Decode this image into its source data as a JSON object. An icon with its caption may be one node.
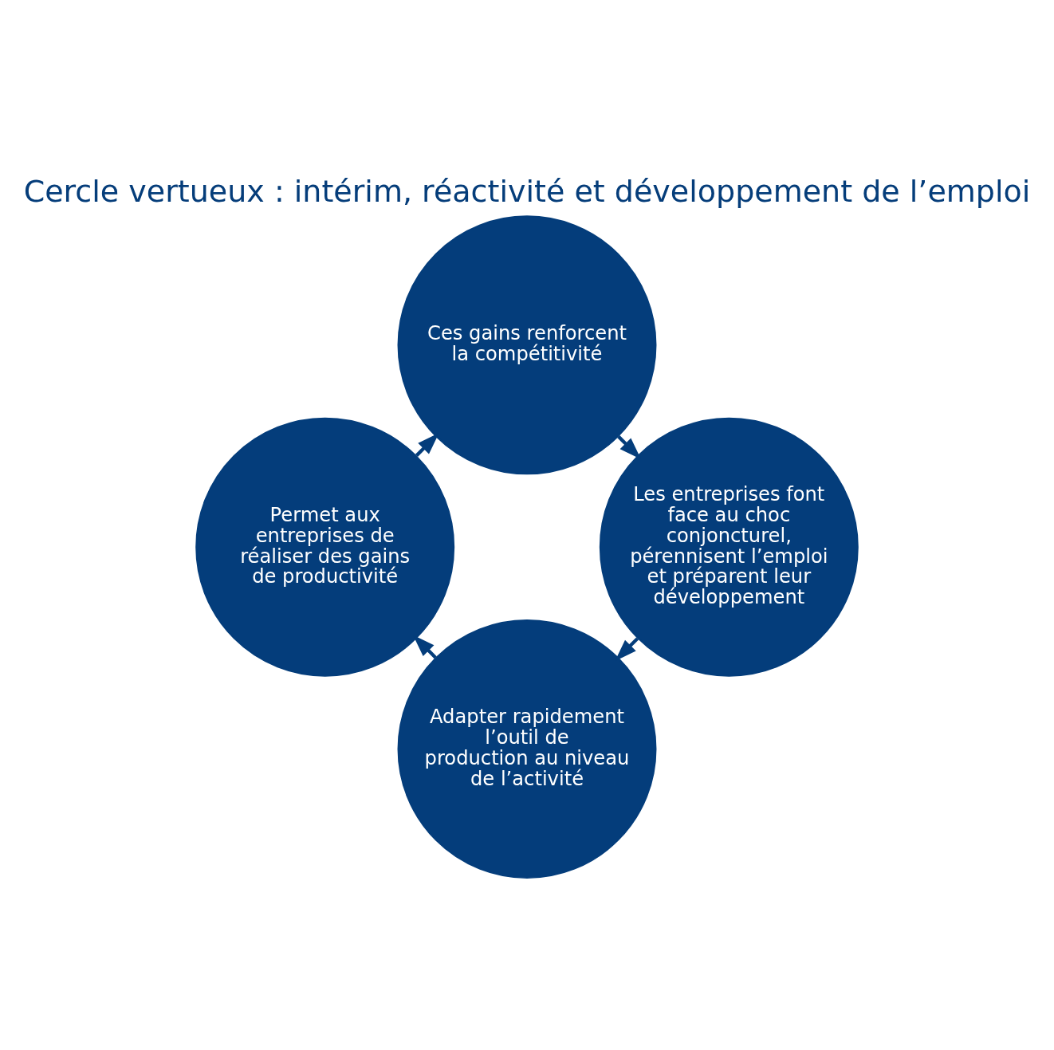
{
  "diagram": {
    "title": "Cercle vertueux : intérim, réactivité et développement de l’emploi",
    "nodes": [
      {
        "text": [
          "Adapter rapidement l’outil de production au niveau de l’activité"
        ]
      },
      {
        "text": [
          "Les entreprises font face au choc conjoncturel, pérennisent l’emploi et préparent leur développement"
        ]
      },
      {
        "text": [
          "Permet aux entreprises de réaliser des gains de productivité"
        ]
      },
      {
        "text": [
          "Ces gains renforcent la compétitivité"
        ]
      }
    ],
    "edges": [
      {
        "from": 0,
        "to": 2,
        "arrow": "to"
      },
      {
        "from": 2,
        "to": 3,
        "arrow": "to"
      },
      {
        "from": 3,
        "to": 1,
        "arrow": "to"
      },
      {
        "from": 1,
        "to": 0,
        "arrow": "to"
      }
    ]
  }
}
